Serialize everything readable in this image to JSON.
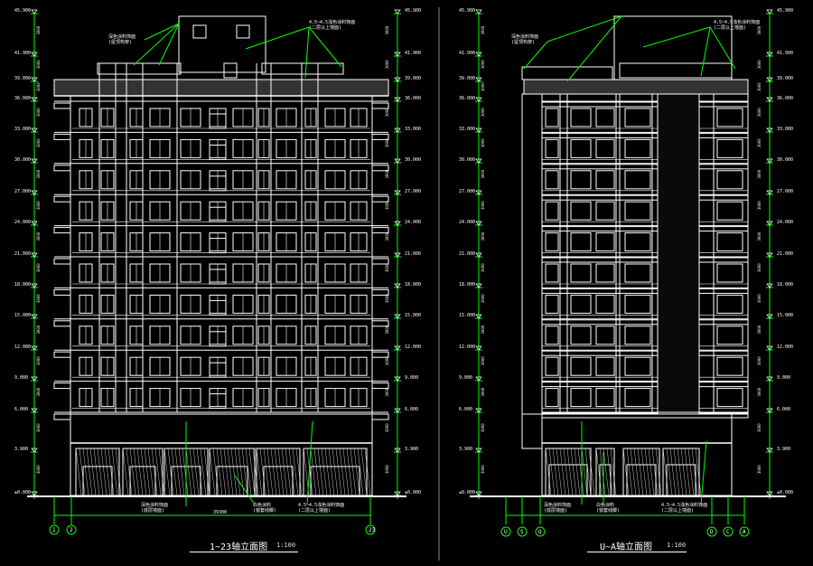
{
  "views": [
    {
      "title": "1~23轴立面图",
      "scale": "1:100",
      "callout_upper_left": "深色涂料饰面\n(屋顶构架)",
      "callout_upper_right": "4.5~4.5浅色涂料饰面\n(二层以上墙面)",
      "callout_lower_left": "深色涂料饰面\n(底层墙面)",
      "callout_lower_mid": "白色涂料\n(窗套线脚)",
      "callout_lower_right": "4.5~4.5浅色涂料饰面\n(二层以上墙面)",
      "axes": [
        "1",
        "2",
        "23"
      ],
      "overall_dim": "39300",
      "elev_levels": [
        "45.900",
        "41.900",
        "39.000",
        "36.000",
        "33.000",
        "30.000",
        "27.000",
        "24.000",
        "21.000",
        "18.000",
        "15.000",
        "12.000",
        "9.000",
        "6.000",
        "3.900",
        "±0.000"
      ]
    },
    {
      "title": "U~A轴立面图",
      "scale": "1:100",
      "callout_upper_left": "深色涂料饰面\n(屋顶构架)",
      "callout_upper_right": "4.5~4.5浅色涂料饰面\n(二层以上墙面)",
      "callout_lower_left": "深色涂料饰面\n(底层墙面)",
      "callout_lower_mid": "白色涂料\n(窗套线脚)",
      "callout_lower_right": "4.5~4.5浅色涂料饰面\n(二层以上墙面)",
      "axes": [
        "U",
        "S",
        "Q",
        "D",
        "C",
        "A"
      ],
      "overall_dim": "",
      "elev_levels": [
        "45.900",
        "41.900",
        "39.000",
        "36.000",
        "33.000",
        "30.000",
        "27.000",
        "24.000",
        "21.000",
        "18.000",
        "15.000",
        "12.000",
        "9.000",
        "6.000",
        "3.900",
        "±0.000"
      ]
    }
  ],
  "colors": {
    "background": "#000000",
    "lines": "#ffffff",
    "dimensions": "#00ff00",
    "axis_circles": "#00ff00",
    "hatching": "#ffffff"
  }
}
